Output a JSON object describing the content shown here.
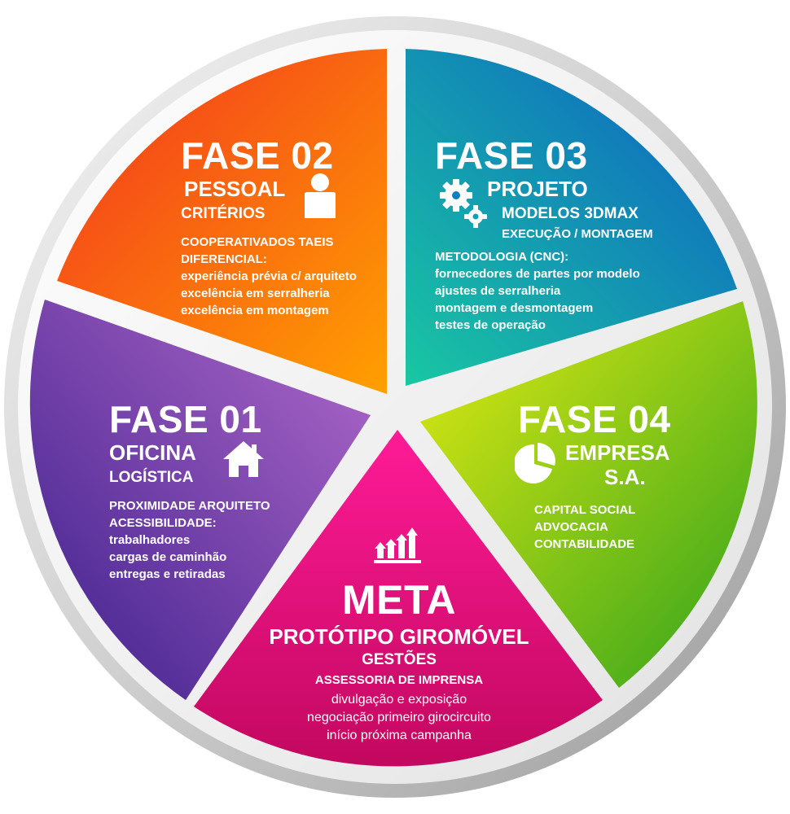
{
  "colors": {
    "fase01": [
      "#3d1f8c",
      "#a35cc7"
    ],
    "fase02": [
      "#f33a1f",
      "#ff9a00"
    ],
    "fase03": [
      "#0f66c4",
      "#16c1a6"
    ],
    "fase04": [
      "#d8e612",
      "#3aaa1c"
    ],
    "meta": [
      "#ff1493",
      "#c70a68"
    ],
    "rim": "#d8d8d8",
    "text": "#ffffff"
  },
  "fase01": {
    "title": "FASE 01",
    "heading": "OFICINA",
    "subheading": "LOGÍSTICA",
    "icon": "house-icon",
    "lines": [
      "PROXIMIDADE ARQUITETO",
      "ACESSIBILIDADE:",
      "trabalhadores",
      "cargas de caminhão",
      "entregas e retiradas"
    ]
  },
  "fase02": {
    "title": "FASE 02",
    "heading": "PESSOAL",
    "subheading": "CRITÉRIOS",
    "icon": "person-icon",
    "lines": [
      "COOPERATIVADOS TAEIS",
      "DIFERENCIAL:",
      "experiência prévia c/ arquiteto",
      "excelência em serralheria",
      "excelência em montagem"
    ]
  },
  "fase03": {
    "title": "FASE 03",
    "heading": "PROJETO",
    "subheading": "MODELOS 3DMAX",
    "subheading2": "EXECUÇÃO / MONTAGEM",
    "icon": "gears-icon",
    "lines": [
      "METODOLOGIA (CNC):",
      "fornecedores de partes por modelo",
      "ajustes de serralheria",
      "montagem e desmontagem",
      "testes de operação"
    ]
  },
  "fase04": {
    "title": "FASE 04",
    "heading": "EMPRESA",
    "heading2": "S.A.",
    "icon": "pie-chart-icon",
    "lines": [
      "CAPITAL SOCIAL",
      "ADVOCACIA",
      "CONTABILIDADE"
    ]
  },
  "meta": {
    "title": "META",
    "heading": "PROTÓTIPO GIROMÓVEL",
    "subheading": "GESTÕES",
    "subheading2": "ASSESSORIA DE IMPRENSA",
    "icon": "growth-chart-icon",
    "lines": [
      "divulgação e exposição",
      "negociação primeiro girocircuito",
      "início próxima campanha"
    ]
  }
}
